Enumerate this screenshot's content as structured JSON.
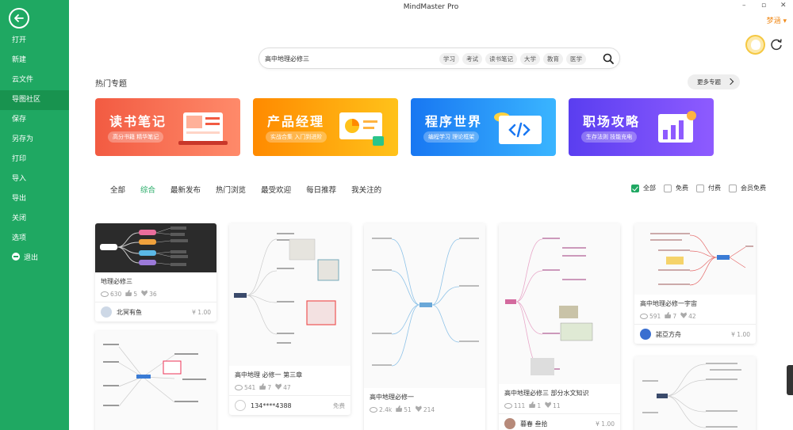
{
  "window": {
    "title": "MindMaster Pro",
    "user": "梦涵 ▾",
    "minimize": "–",
    "maximize": "▫",
    "close": "✕"
  },
  "sidebar": {
    "items": [
      "打开",
      "新建",
      "云文件",
      "导图社区",
      "保存",
      "另存为",
      "打印",
      "导入",
      "导出",
      "关闭",
      "选项",
      "退出"
    ],
    "active_index": 3
  },
  "search": {
    "value": "高中地理必修三",
    "tags": [
      "学习",
      "考试",
      "读书笔记",
      "大学",
      "教育",
      "医学"
    ]
  },
  "topics": {
    "title": "热门专题",
    "more": "更多专题",
    "banners": [
      {
        "title": "读书笔记",
        "subtitle": "高分书籍 精华笔记"
      },
      {
        "title": "产品经理",
        "subtitle": "实战合集 入门到进阶"
      },
      {
        "title": "程序世界",
        "subtitle": "编程学习 理论框架"
      },
      {
        "title": "职场攻略",
        "subtitle": "生存法则 技能充电"
      }
    ]
  },
  "filters": {
    "tabs": [
      "全部",
      "综合",
      "最新发布",
      "热门浏览",
      "最受欢迎",
      "每日推荐",
      "我关注的"
    ],
    "active_tab": 1,
    "checks": [
      {
        "label": "全部",
        "checked": true
      },
      {
        "label": "免费",
        "checked": false
      },
      {
        "label": "付费",
        "checked": false
      },
      {
        "label": "会员免费",
        "checked": false
      }
    ]
  },
  "cards": [
    {
      "title": "地理必修三",
      "views": "630",
      "likes": "5",
      "favs": "36",
      "author": "北冥有鱼",
      "price": "¥ 1.00"
    },
    {
      "title": "高中地理 必修一 第三章",
      "views": "541",
      "likes": "7",
      "favs": "47",
      "author": "134****4388",
      "price": "免费"
    },
    {
      "title": "高中地理必修一",
      "views": "2.4k",
      "likes": "51",
      "favs": "214",
      "author": "",
      "price": ""
    },
    {
      "title": "高中地理必修三 部分水文知识",
      "views": "111",
      "likes": "1",
      "favs": "11",
      "author": "暮春 叁拾",
      "price": "¥ 1.00"
    },
    {
      "title": "高中地理必修一宇宙",
      "views": "591",
      "likes": "7",
      "favs": "42",
      "author": "諾亞方舟",
      "price": "¥ 1.00"
    }
  ]
}
